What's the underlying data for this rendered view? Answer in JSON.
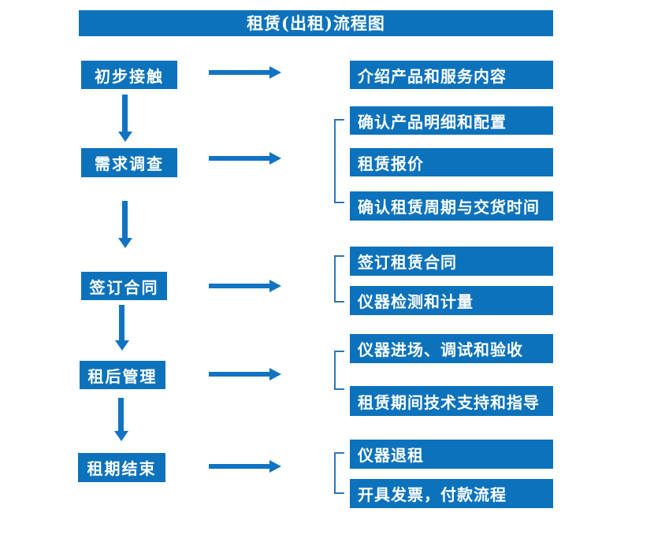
{
  "title": "租赁(出租)流程图",
  "colors": {
    "box_blue": "#0c72bc",
    "arrow_blue": "#1273c2",
    "bracket_blue": "#2e74b5",
    "text_white": "#ffffff"
  },
  "flow": {
    "steps": [
      {
        "label": "初步接触",
        "details": [
          "介绍产品和服务内容"
        ]
      },
      {
        "label": "需求调查",
        "details": [
          "确认产品明细和配置",
          "租赁报价",
          "确认租赁周期与交货时间"
        ]
      },
      {
        "label": "签订合同",
        "details": [
          "签订租赁合同",
          "仪器检测和计量"
        ]
      },
      {
        "label": "租后管理",
        "details": [
          "仪器进场、调试和验收",
          "租赁期间技术支持和指导"
        ]
      },
      {
        "label": "租期结束",
        "details": [
          "仪器退租",
          "开具发票，付款流程"
        ]
      }
    ]
  }
}
